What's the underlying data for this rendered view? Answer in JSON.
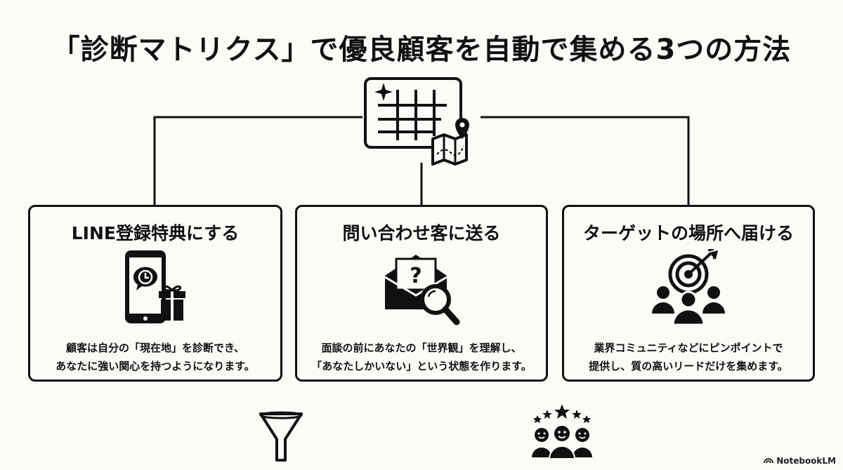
{
  "title": "「診断マトリクス」で優良顧客を自動で集める3つの方法",
  "hub_icon": "matrix-map-icon",
  "cards": [
    {
      "title": "LINE登録特典にする",
      "icon": "smartphone-line-gift-icon",
      "desc_line1": "顧客は自分の「現在地」を診断でき、",
      "desc_line2": "あなたに強い関心を持つようになります。"
    },
    {
      "title": "問い合わせ客に送る",
      "icon": "envelope-question-search-icon",
      "desc_line1": "面談の前にあなたの「世界観」を理解し、",
      "desc_line2": "「あなたしかいない」という状態を作ります。"
    },
    {
      "title": "ターゲットの場所へ届ける",
      "icon": "target-audience-icon",
      "desc_line1": "業界コミュニティなどにピンポイントで",
      "desc_line2": "提供し、質の高いリードだけを集めます。"
    }
  ],
  "bottom_icons": [
    "funnel-icon",
    "five-star-group-icon"
  ],
  "brand": {
    "label": "NotebookLM",
    "icon": "notebooklm-logo-icon"
  }
}
